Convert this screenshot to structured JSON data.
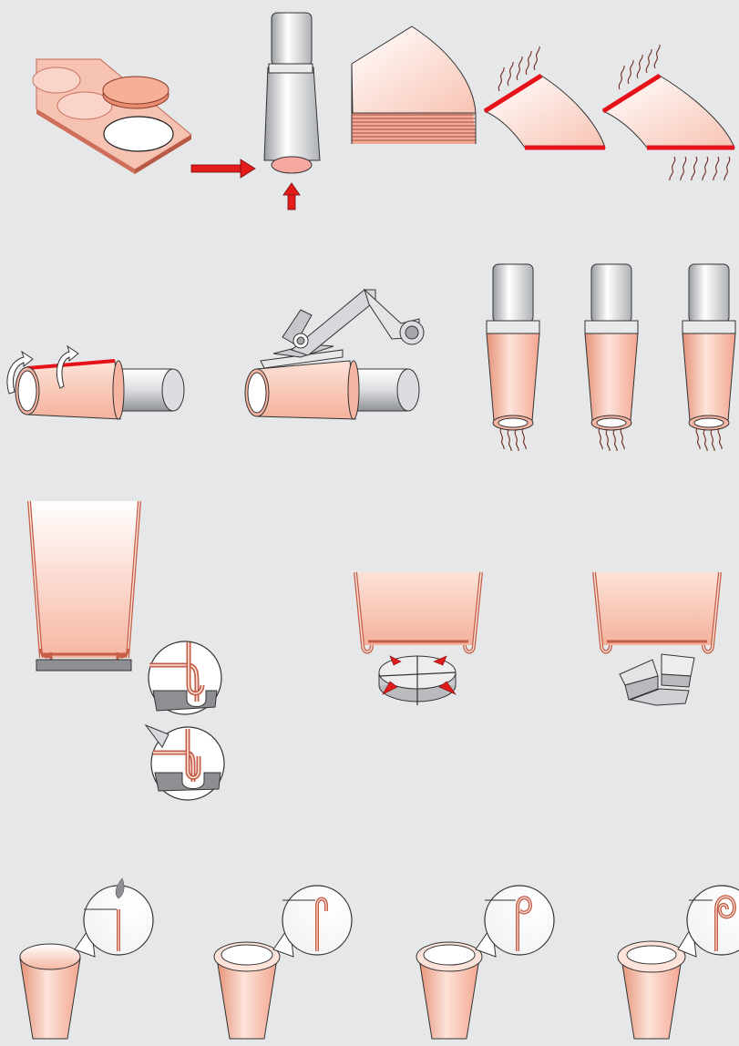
{
  "diagram": {
    "kind": "paper cup manufacturing process illustration",
    "colors": {
      "background": "#e6e7e9",
      "paper_light": "#fdeee9",
      "paper_mid": "#f6b5a2",
      "paper_dark": "#e0836c",
      "paper_edge": "#9b3a2a",
      "glue_red": "#e6121a",
      "arrow_red": "#e31b1b",
      "steel_light": "#ffffff",
      "steel_mid": "#c9cbce",
      "steel_dark": "#8f9296",
      "outline": "#222222",
      "grey_part": "#8d8f92"
    },
    "icons": [
      "bottom-disc-icon",
      "mandrel-icon",
      "sidewall-stack-icon",
      "glue-edge-icon",
      "seam-roll-icon",
      "sealing-jaw-icon",
      "bottom-fold-icon",
      "curl-icon",
      "arrow-icon"
    ],
    "steps": [
      {
        "id": "bottom-punch"
      },
      {
        "id": "sidewall-blanks"
      },
      {
        "id": "sidewall-wrap"
      },
      {
        "id": "side-seam-seal"
      },
      {
        "id": "bottom-heating"
      },
      {
        "id": "bottom-fold"
      },
      {
        "id": "bottom-knurl"
      },
      {
        "id": "rim-curl"
      }
    ]
  }
}
